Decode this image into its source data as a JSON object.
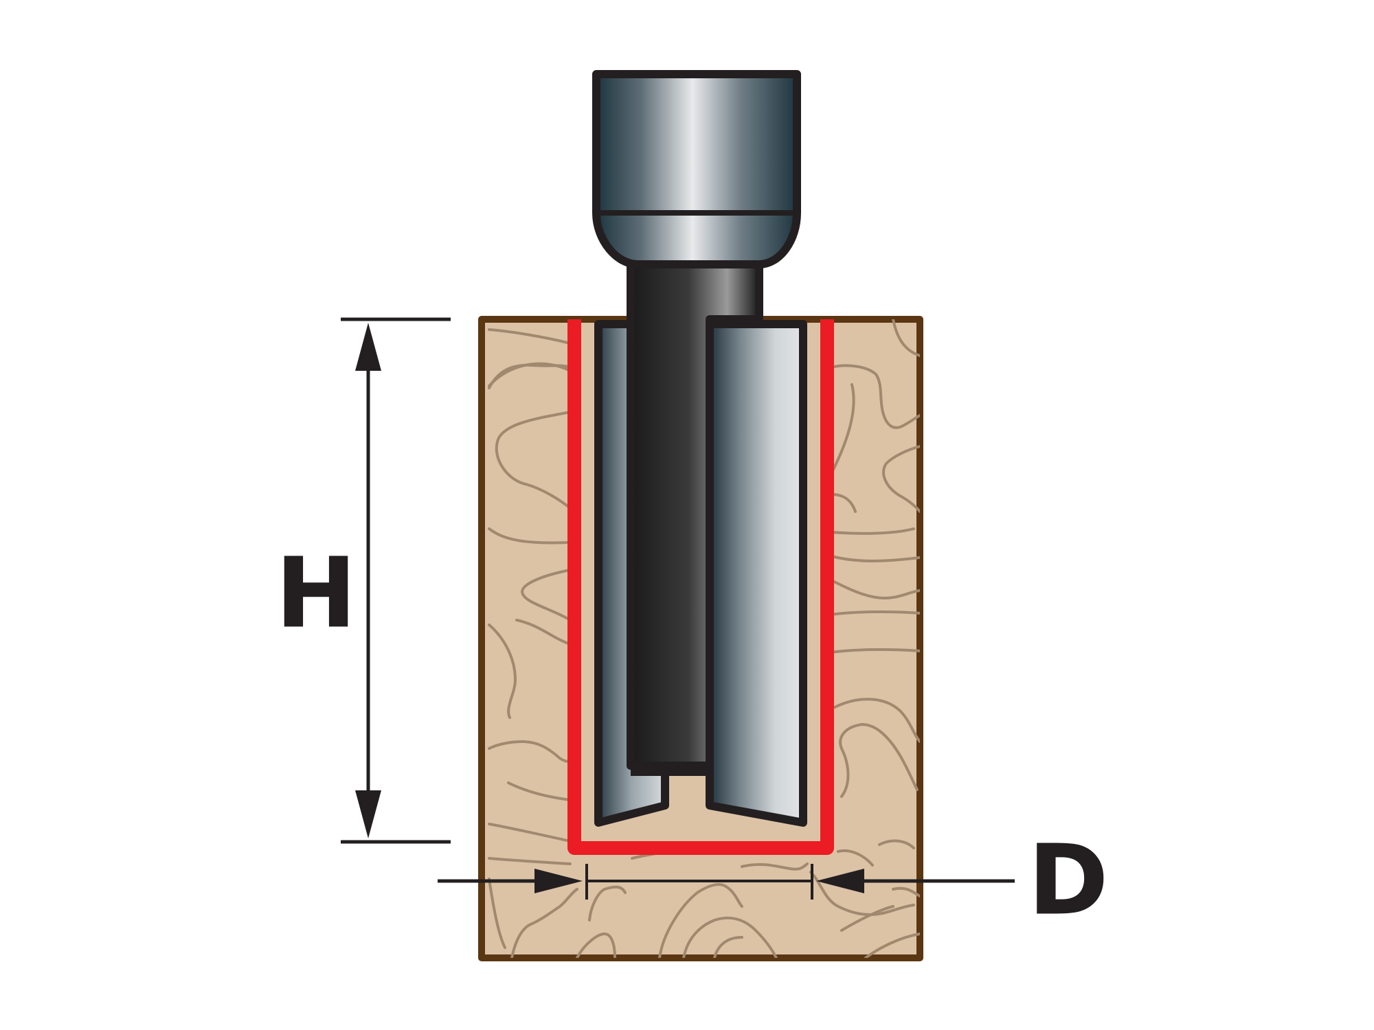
{
  "diagram": {
    "labels": {
      "height": "H",
      "diameter": "D"
    },
    "colors": {
      "wood_fill": "#dcc3a6",
      "wood_border": "#5b3613",
      "grain": "#a0896f",
      "cut_outline": "#ec1c24",
      "bit_outline": "#231f20",
      "dimension_line": "#231f20",
      "background": "#ffffff"
    },
    "parts": [
      "wood-block",
      "router-bit-shank",
      "router-bit-cutters",
      "cut-profile",
      "height-dimension",
      "diameter-dimension"
    ]
  }
}
